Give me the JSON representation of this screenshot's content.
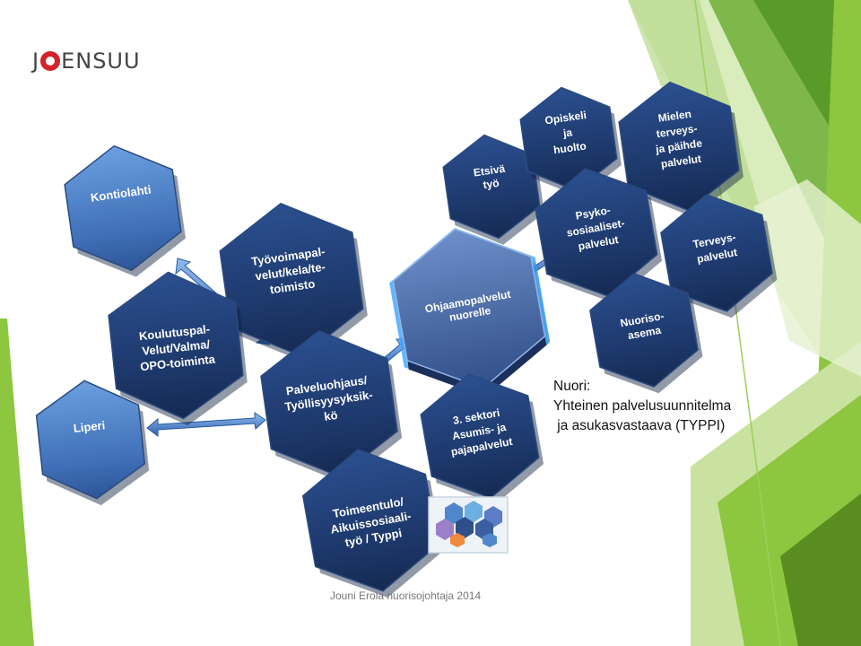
{
  "logo": {
    "text_left": "J",
    "text_right": "ENSUU"
  },
  "hexagons": [
    {
      "id": "kontiolahti",
      "lines": [
        "Kontiolahti"
      ]
    },
    {
      "id": "tyovoimapalvelut",
      "lines": [
        "Työvoimapal-",
        "velut/kela/te-",
        "toimisto"
      ]
    },
    {
      "id": "koulutuspalvelut",
      "lines": [
        "Koulutuspal-",
        "Velut/Valma/",
        "OPO-toiminta"
      ]
    },
    {
      "id": "liperi",
      "lines": [
        "Liperi"
      ]
    },
    {
      "id": "palveluohjaus",
      "lines": [
        "Palveluohjaus/",
        "Työllisyysyksik-",
        "kö"
      ]
    },
    {
      "id": "toimeentulo",
      "lines": [
        "Toimeentulo/",
        "Aikuissosiaali-",
        "työ / Typpi"
      ]
    },
    {
      "id": "ohjaamopalvelut",
      "lines": [
        "Ohjaamopalvelut",
        "nuorelle"
      ]
    },
    {
      "id": "etsiva",
      "lines": [
        "Etsivä",
        "työ"
      ]
    },
    {
      "id": "opiskeluhuolto",
      "lines": [
        "Opiskeli",
        "ja",
        "huolto"
      ]
    },
    {
      "id": "mielenterveys",
      "lines": [
        "Mielen",
        "terveys-",
        "ja päihde",
        "palvelut"
      ]
    },
    {
      "id": "psykososiaaliset",
      "lines": [
        "Psyko-",
        "sosiaaliset-",
        "palvelut"
      ]
    },
    {
      "id": "terveyspalvelut",
      "lines": [
        "Terveys-",
        "palvelut"
      ]
    },
    {
      "id": "nuorisoasema",
      "lines": [
        "Nuoriso-",
        "asema"
      ]
    },
    {
      "id": "kolmas-sektori",
      "lines": [
        "3. sektori",
        "Asumis- ja",
        "pajapalvelut"
      ]
    }
  ],
  "nuori": {
    "line1": "Nuori:",
    "line2": "Yhteinen palvelusuunnitelma",
    "line3": " ja asukasvastaava (TYPPI)"
  },
  "footer": "Jouni Erola   nuorisojohtaja 2014",
  "colors": {
    "hex_dark": "#1e3a6e",
    "hex_light": "#3f6fb7",
    "hex_bright": "#5b8fd6",
    "arrow": "#4f86cc",
    "green_dark": "#5a8d1f",
    "green_light": "#8dc63f",
    "logo_red": "#d2232a"
  }
}
